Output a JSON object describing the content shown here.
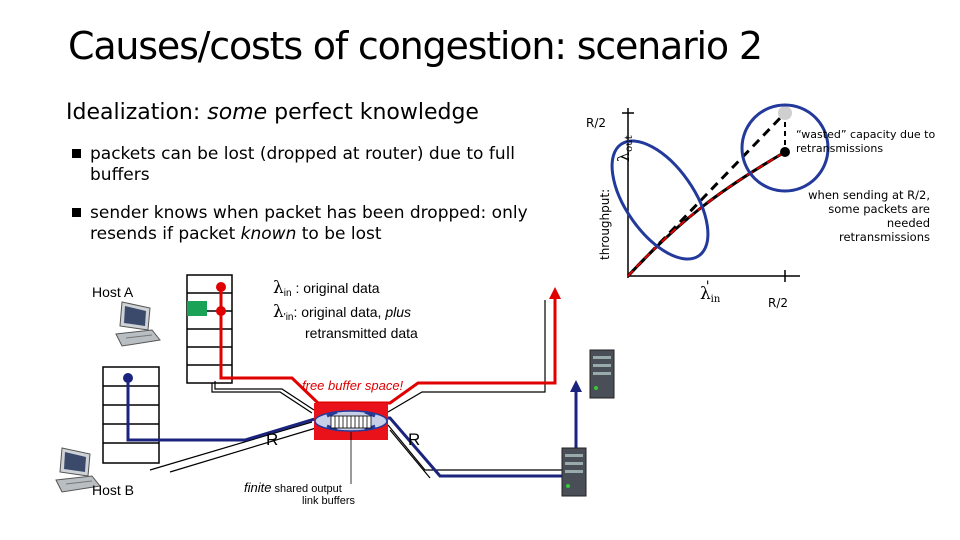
{
  "title": "Causes/costs of congestion: scenario 2",
  "subtitle": {
    "prefix": "Idealization: ",
    "emphasis": "some",
    "suffix": " perfect knowledge"
  },
  "bullets": {
    "b1": "packets can be lost (dropped at router) due  to full buffers",
    "b2_pre": "sender knows when packet has been dropped: only resends if packet ",
    "b2_em": "known",
    "b2_post": " to be lost"
  },
  "hosts": {
    "a": "Host A",
    "b": "Host B"
  },
  "lambda_labels": {
    "symbol": "λ",
    "in_sub": "in",
    "in_text": " : original data",
    "in_prime_sub": "'in",
    "in_prime_text": ": original data, ",
    "plus": "plus",
    "retransmitted": "retransmitted data"
  },
  "router": {
    "free_buffer": "free buffer space!",
    "r_left": "R",
    "r_right": "R",
    "finite": "finite",
    "shared_output": " shared output",
    "link_buffers": "link buffers"
  },
  "graph": {
    "y_tick": "R/2",
    "y_axis": "throughput: ",
    "y_symbol": "λ",
    "y_sub": "out",
    "x_symbol": "λ",
    "x_sub": "in",
    "x_prime": "'",
    "x_tick": "R/2",
    "note_wasted": "“wasted” capacity due to retransmissions",
    "note_sending": "when sending at R/2, some packets are needed retransmissions"
  },
  "colors": {
    "red": "#e00000",
    "navy": "#1a237e",
    "circle": "#23399b",
    "green": "#1aa357",
    "router": "#e9121b"
  }
}
